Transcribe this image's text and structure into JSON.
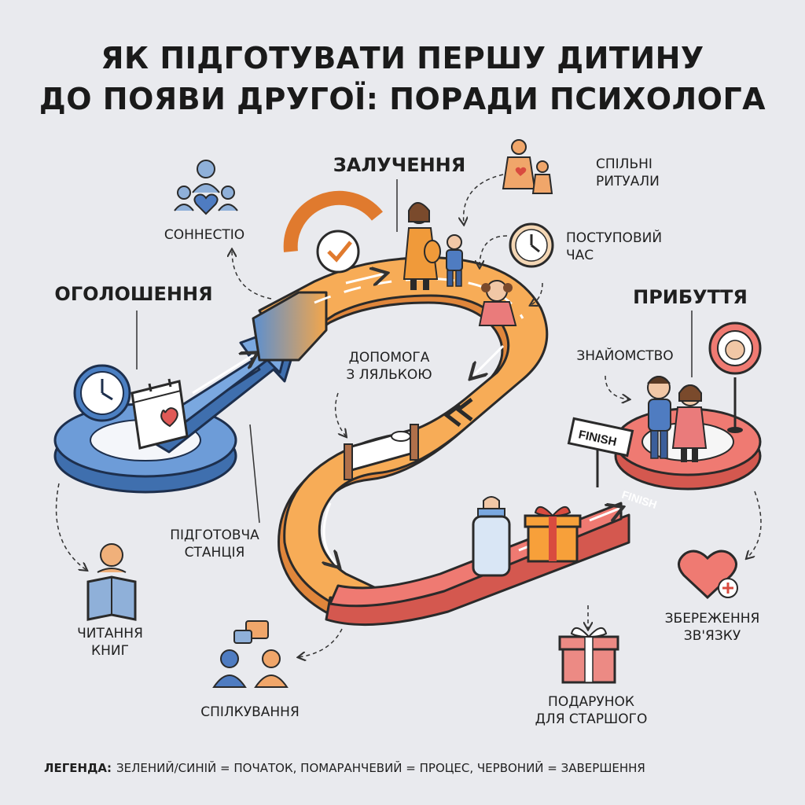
{
  "title": {
    "line1": "ЯК ПІДГОТУВАТИ ПЕРШУ ДИТИНУ",
    "line2": "ДО ПОЯВИ ДРУГОЇ: ПОРАДИ ПСИХОЛОГА"
  },
  "stages": {
    "announcement": "ОГОЛОШЕННЯ",
    "involvement": "ЗАЛУЧЕННЯ",
    "arrival": "ПРИБУТТЯ"
  },
  "labels": {
    "connection": "CОННЕСТІO",
    "shared_rituals_1": "СПІЛЬНІ",
    "shared_rituals_2": "РИТУАЛИ",
    "gradual_time_1": "ПОСТУПОВИЙ",
    "gradual_time_2": "ЧАС",
    "doll_help_1": "ДОПОМОГА",
    "doll_help_2": "З ЛЯЛЬКОЮ",
    "acquaintance": "ЗНАЙОМСТВО",
    "prep_station_1": "ПІДГОТОВЧА",
    "prep_station_2": "СТАНЦІЯ",
    "reading_1": "ЧИТАННЯ",
    "reading_2": "КНИГ",
    "communication": "СПІЛКУВАННЯ",
    "gift_1": "ПОДАРУНОК",
    "gift_2": "ДЛЯ СТАРШОГО",
    "bond_1": "ЗБЕРЕЖЕННЯ",
    "bond_2": "ЗВ'ЯЗКУ",
    "finish_sign": "FINISH",
    "finish_road": "FINISH"
  },
  "legend": {
    "key": "ЛЕГЕНДА:",
    "text": "ЗЕЛЕНИЙ/СИНІЙ = ПОЧАТОК, ПОМАРАНЧЕВИЙ = ПРОЦЕС, ЧЕРВОНИЙ = ЗАВЕРШЕННЯ"
  },
  "colors": {
    "start_blue": "#5b8fd0",
    "process_orange": "#f4a64a",
    "end_red": "#ef7a72",
    "background": "#e9eaee"
  },
  "icons": [
    "people-heart-icon",
    "clock-icon",
    "calendar-heart-icon",
    "gauge-check-icon",
    "mother-child-icon",
    "pregnant-mother-icon",
    "doll-icon",
    "crib-icon",
    "baby-bottle-icon",
    "gift-icon",
    "siblings-hug-icon",
    "baby-face-pin-icon",
    "heart-plus-icon",
    "reading-child-icon",
    "chat-people-icon",
    "finish-sign-icon"
  ]
}
